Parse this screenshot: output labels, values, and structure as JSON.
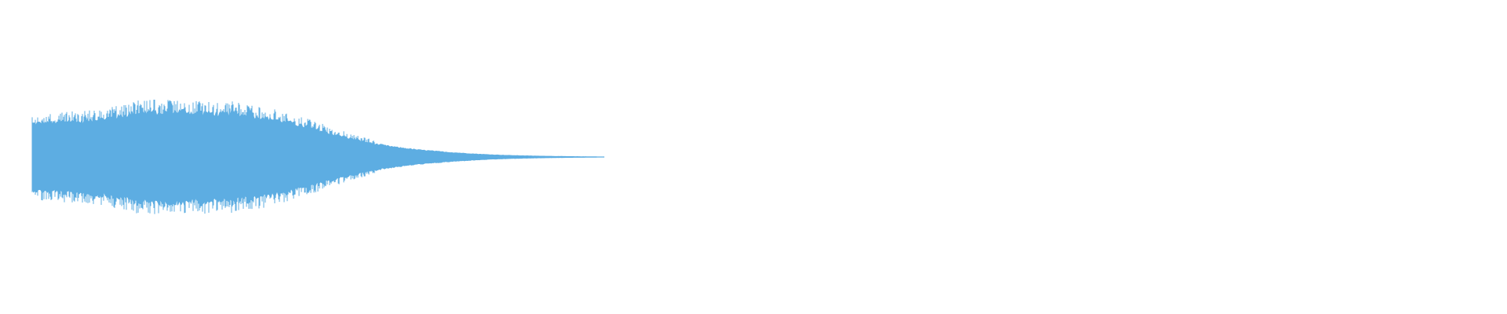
{
  "waveform": {
    "color": "#5DADE2",
    "background": "#FFFFFF",
    "envelope": [
      0.72,
      0.74,
      0.73,
      0.78,
      0.76,
      0.8,
      0.82,
      0.86,
      0.9,
      0.96,
      0.98,
      0.95,
      0.97,
      1.0,
      0.94,
      0.96,
      0.92,
      0.95,
      0.9,
      0.88,
      0.85,
      0.8,
      0.74,
      0.68,
      0.62,
      0.55,
      0.48,
      0.42,
      0.36,
      0.3,
      0.26,
      0.22,
      0.19,
      0.16,
      0.14,
      0.12,
      0.1,
      0.085,
      0.07,
      0.058,
      0.048,
      0.04,
      0.034,
      0.028,
      0.024,
      0.02,
      0.017,
      0.014,
      0.012,
      0.01
    ]
  }
}
